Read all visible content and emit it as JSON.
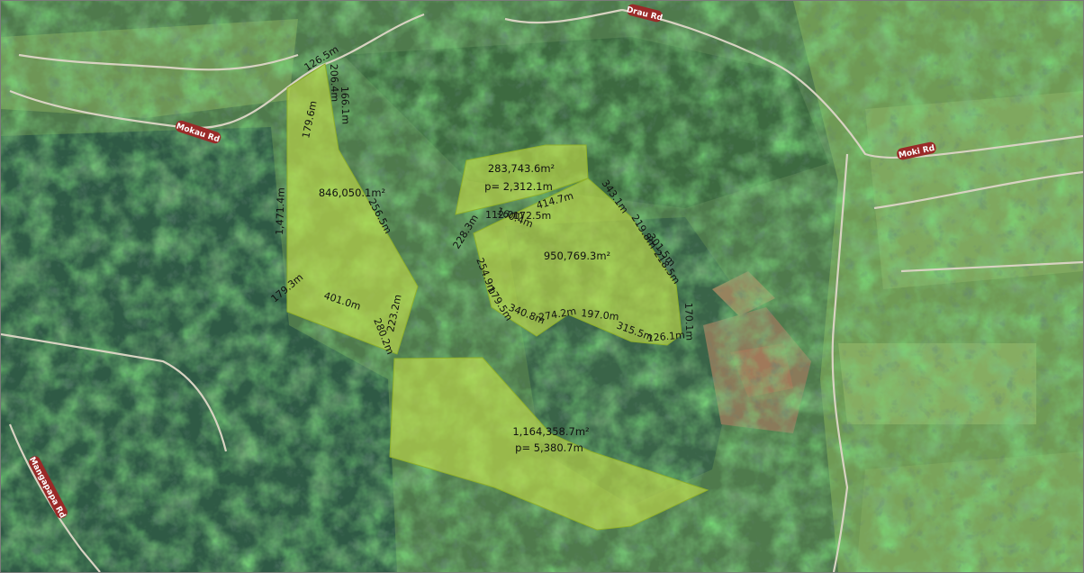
{
  "map": {
    "roads": [
      {
        "id": "drau",
        "label": "Drau Rd"
      },
      {
        "id": "mokau",
        "label": "Mokau Rd"
      },
      {
        "id": "moki",
        "label": "Moki Rd"
      },
      {
        "id": "mangapapa",
        "label": "Mangapapa Rd"
      }
    ],
    "areas": [
      {
        "id": "a1",
        "area": "846,050.1m²"
      },
      {
        "id": "a2",
        "area": "283,743.6m²",
        "perimeter": "p= 2,312.1m"
      },
      {
        "id": "a3",
        "area": "950,769.3m²"
      },
      {
        "id": "a4",
        "area": "1,164,358.7m²",
        "perimeter": "p= 5,380.7m"
      }
    ],
    "segments": [
      {
        "id": "s1",
        "label": "126.5m"
      },
      {
        "id": "s2",
        "label": "206.4m"
      },
      {
        "id": "s3",
        "label": "166.1m"
      },
      {
        "id": "s4",
        "label": "179.6m"
      },
      {
        "id": "s5",
        "label": "1,471.4m"
      },
      {
        "id": "s6",
        "label": "256.5m"
      },
      {
        "id": "s7",
        "label": "179.3m"
      },
      {
        "id": "s8",
        "label": "401.0m"
      },
      {
        "id": "s9",
        "label": "223.2m"
      },
      {
        "id": "s10",
        "label": "280.2m"
      },
      {
        "id": "s11",
        "label": "112.0m"
      },
      {
        "id": "s12",
        "label": "160.4m"
      },
      {
        "id": "s13",
        "label": "414.7m"
      },
      {
        "id": "s14",
        "label": "172.5m"
      },
      {
        "id": "s15",
        "label": "343.1m"
      },
      {
        "id": "s16",
        "label": "228.3m"
      },
      {
        "id": "s17",
        "label": "219.8m"
      },
      {
        "id": "s18",
        "label": "301.5m"
      },
      {
        "id": "s19",
        "label": "218.5m"
      },
      {
        "id": "s20",
        "label": "254.9m"
      },
      {
        "id": "s21",
        "label": "179.5m"
      },
      {
        "id": "s22",
        "label": "340.8m"
      },
      {
        "id": "s23",
        "label": "274.2m"
      },
      {
        "id": "s24",
        "label": "197.0m"
      },
      {
        "id": "s25",
        "label": "315.5m"
      },
      {
        "id": "s26",
        "label": "126.1m"
      },
      {
        "id": "s27",
        "label": "170.1m"
      }
    ],
    "colors": {
      "polygon_fill": "#c7e04a",
      "polygon_stroke": "#8fb02a",
      "road_label_bg": "#9a2a28",
      "road_line": "#d8d3c2"
    }
  }
}
